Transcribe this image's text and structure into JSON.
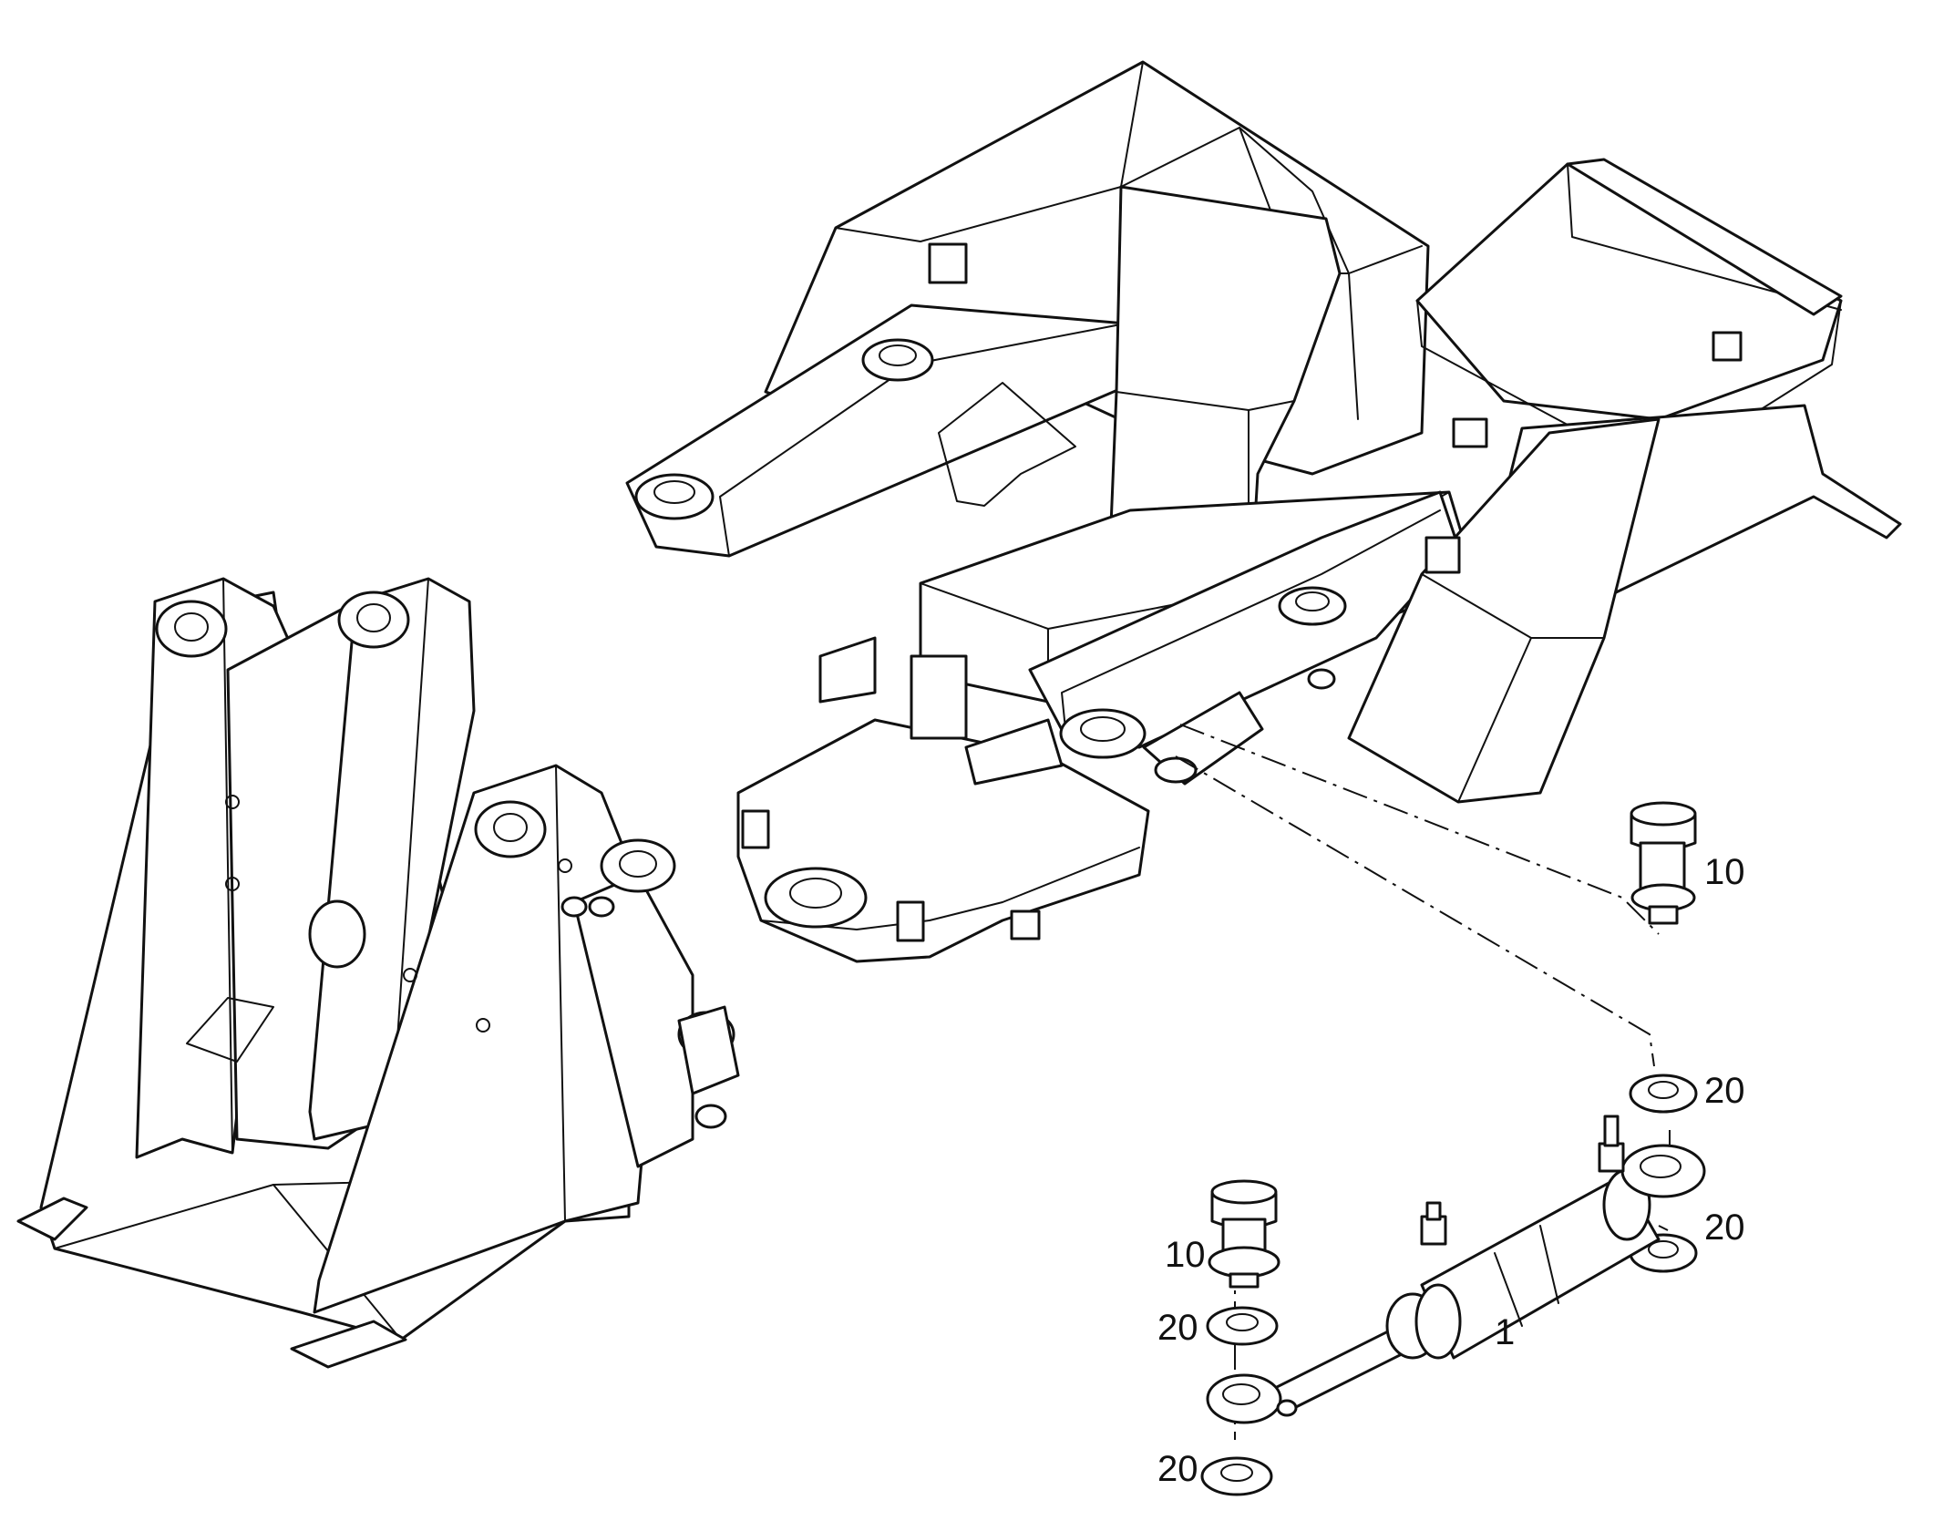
{
  "diagram": {
    "callouts": [
      {
        "id": "c10a",
        "text": "10"
      },
      {
        "id": "c20a",
        "text": "20"
      },
      {
        "id": "c20b",
        "text": "20"
      },
      {
        "id": "c10b",
        "text": "10"
      },
      {
        "id": "c20c",
        "text": "20"
      },
      {
        "id": "c1",
        "text": "1"
      },
      {
        "id": "c20d",
        "text": "20"
      }
    ]
  }
}
